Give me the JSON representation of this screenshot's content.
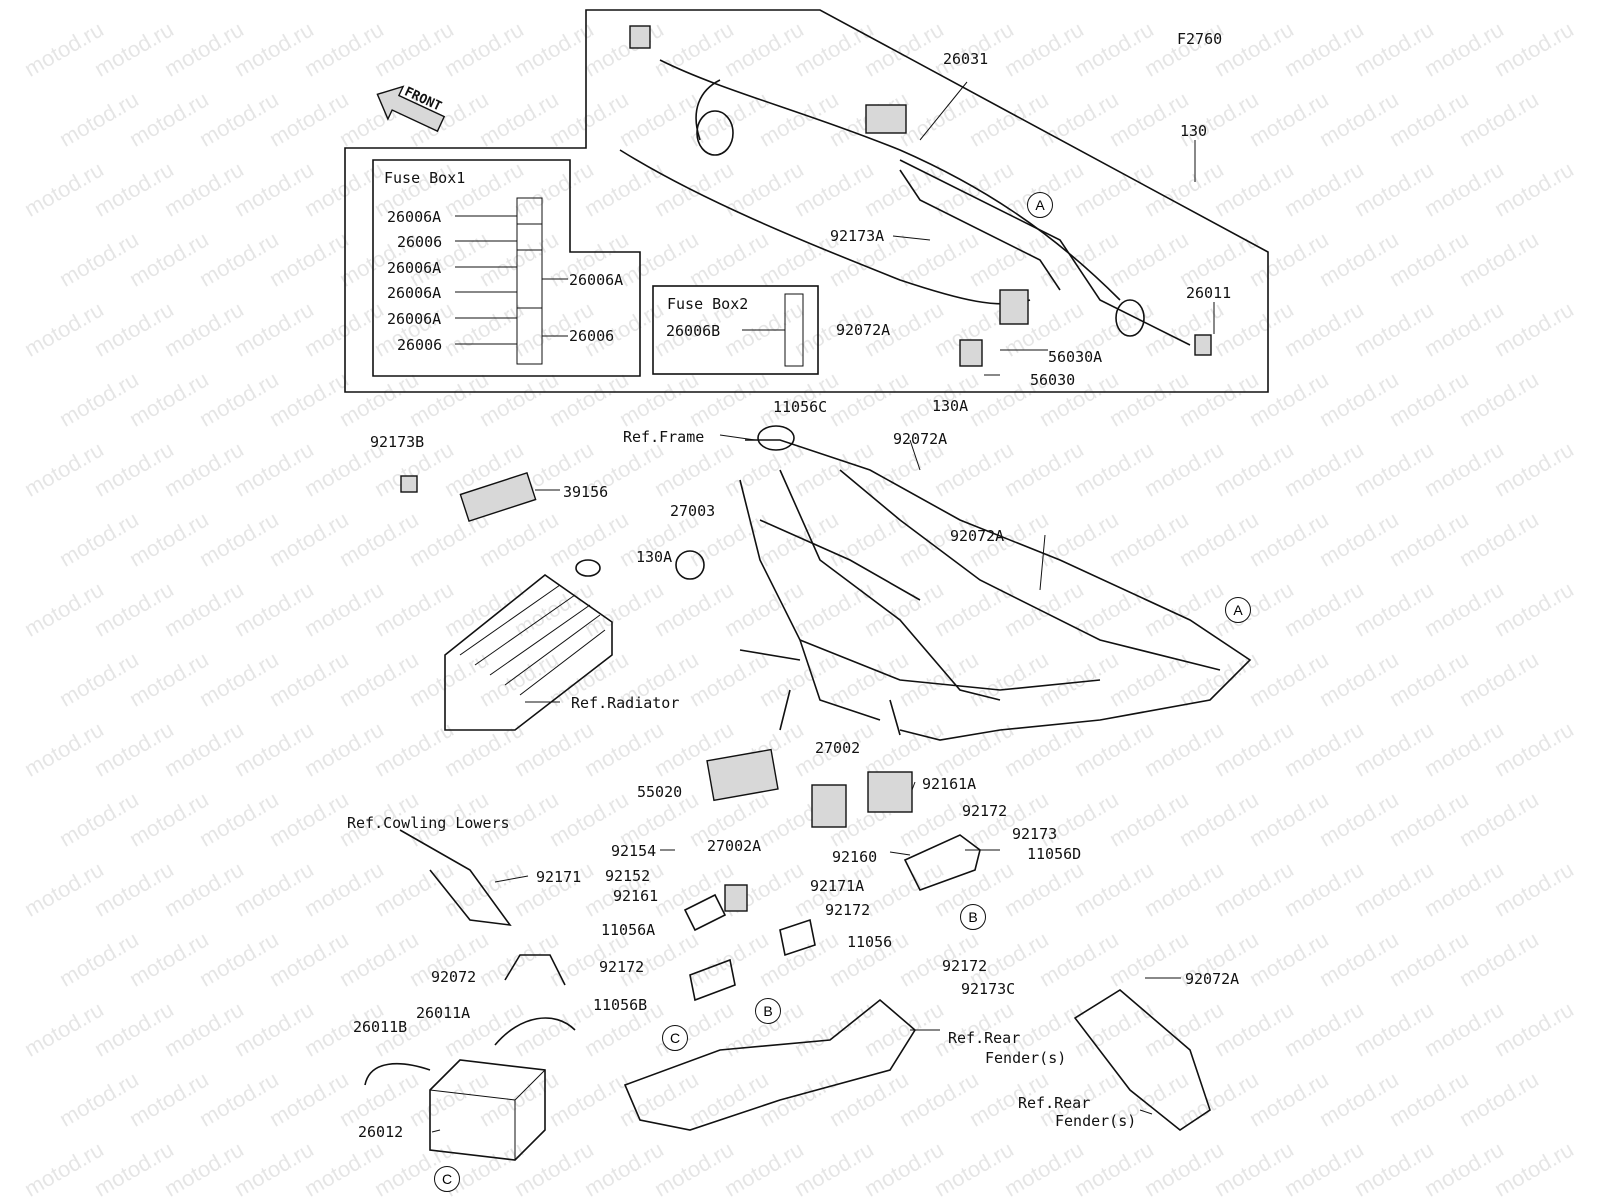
{
  "diagram_id": "F2760",
  "front_badge": "FRONT",
  "watermark": "motod.ru",
  "fusebox1": {
    "title": "Fuse Box1",
    "left_labels": [
      "26006A",
      "26006",
      "26006A",
      "26006A",
      "26006A",
      "26006"
    ],
    "right_labels": [
      "26006A",
      "26006"
    ]
  },
  "fusebox2": {
    "title": "Fuse Box2",
    "label": "26006B"
  },
  "callouts": {
    "c26031": "26031",
    "c130": "130",
    "c92173A": "92173A",
    "c26011": "26011",
    "c92072A_top": "92072A",
    "c56030A": "56030A",
    "c56030": "56030",
    "c11056C": "11056C",
    "c130A_top": "130A",
    "c92173B": "92173B",
    "c39156": "39156",
    "c27003": "27003",
    "c130A_left": "130A",
    "ref_frame": "Ref.Frame",
    "c92072A_mid": "92072A",
    "c92072A_right": "92072A",
    "ref_radiator": "Ref.Radiator",
    "c27002": "27002",
    "c55020": "55020",
    "c92161A": "92161A",
    "c92172_a": "92172",
    "ref_cowling": "Ref.Cowling Lowers",
    "c92173": "92173",
    "c11056D": "11056D",
    "c92160": "92160",
    "c92154": "92154",
    "c27002A": "27002A",
    "c92171": "92171",
    "c92152": "92152",
    "c92171A": "92171A",
    "c92161": "92161",
    "c92172_b": "92172",
    "c11056A": "11056A",
    "c11056": "11056",
    "c92172_c": "92172",
    "c92172_d": "92172",
    "c92173C": "92173C",
    "c92072": "92072",
    "c92072A_low": "92072A",
    "c11056B": "11056B",
    "c26011A": "26011A",
    "c26011B": "26011B",
    "ref_rear_fender_1a": "Ref.Rear",
    "ref_rear_fender_1b": "Fender(s)",
    "ref_rear_fender_2a": "Ref.Rear",
    "ref_rear_fender_2b": "Fender(s)",
    "c26012": "26012"
  },
  "markers": {
    "A1": "A",
    "A2": "A",
    "B1": "B",
    "B2": "B",
    "C1": "C",
    "C2": "C"
  }
}
